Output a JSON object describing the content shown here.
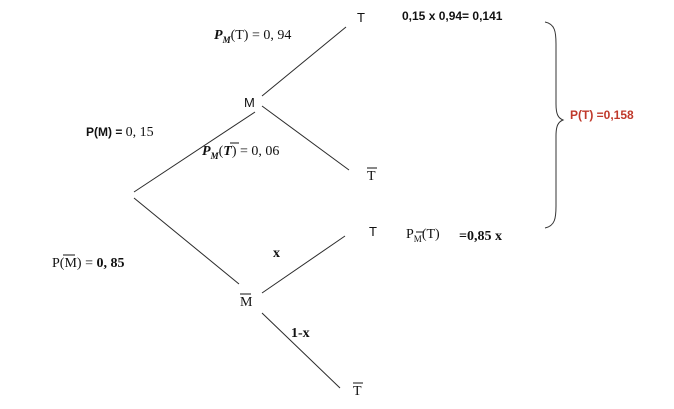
{
  "nodes": {
    "M": "M",
    "M_bar": "M",
    "T_top": "T",
    "T_bar_upper": "T",
    "T_lower": "T",
    "T_bar_lower": "T"
  },
  "labels": {
    "p_M_prefix": "P(M) = ",
    "p_M_value": "0, 15",
    "p_Mbar_prefix": "P(",
    "p_Mbar_letter": "M",
    "p_Mbar_suffix": ") = ",
    "p_Mbar_value": "0, 85",
    "pM_T_P": "P",
    "pM_T_sub": "M",
    "pM_T_rest": "(T) = 0, 94",
    "pM_Tbar_P": "P",
    "pM_Tbar_sub": "M",
    "pM_Tbar_open": "(",
    "pM_Tbar_T": "T",
    "pM_Tbar_close": ") = 0, 06",
    "x": "x",
    "one_minus_x": "1-x",
    "calc_top": "0,15 x 0,94= 0,141",
    "pMbar_T_P": "P",
    "pMbar_T_sub": "M",
    "pMbar_T_rest": "(T)",
    "pMbar_T_value": "=0,85 x",
    "result": "P(T) =0,158"
  },
  "colors": {
    "result": "#c0392b",
    "lines": "#2a2a2a"
  }
}
